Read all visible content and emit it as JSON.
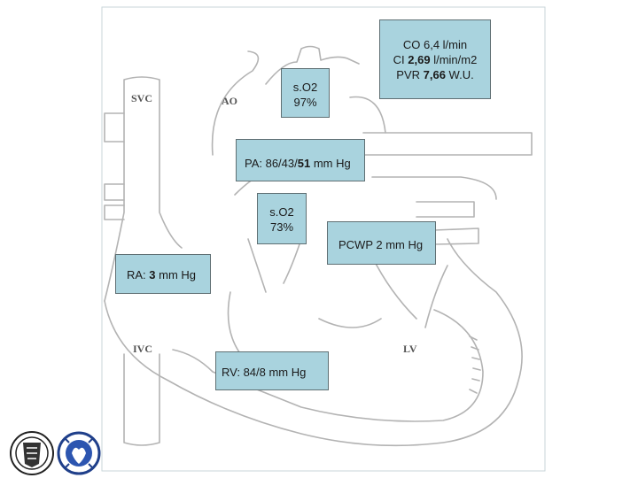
{
  "anatomy_labels": {
    "svc": "SVC",
    "ao": "AO",
    "ivc": "IVC",
    "lv": "LV"
  },
  "boxes": {
    "hemodynamics": {
      "co": "CO 6,4 l/min",
      "ci_prefix": "CI ",
      "ci_value": "2,69",
      "ci_suffix": " l/min/m2",
      "pvr_prefix": "PVR ",
      "pvr_value": "7,66",
      "pvr_suffix": " W.U."
    },
    "so2_aortic": {
      "label": "s.O2",
      "value": "97%"
    },
    "pa_pressure": {
      "prefix": "PA: 86/43/",
      "mean": "51",
      "suffix": " mm Hg"
    },
    "so2_pulmonary": {
      "label": "s.O2",
      "value": "73%"
    },
    "pcwp": {
      "text": "PCWP 2 mm Hg"
    },
    "ra_pressure": {
      "prefix": "RA: ",
      "value": "3",
      "suffix": " mm Hg"
    },
    "rv_pressure": {
      "text": "RV: 84/8 mm Hg"
    }
  },
  "colors": {
    "box_fill": "#a9d3de",
    "outline": "#b8b8b8"
  },
  "icons": [
    "university-seal-icon",
    "heart-center-logo-icon"
  ]
}
